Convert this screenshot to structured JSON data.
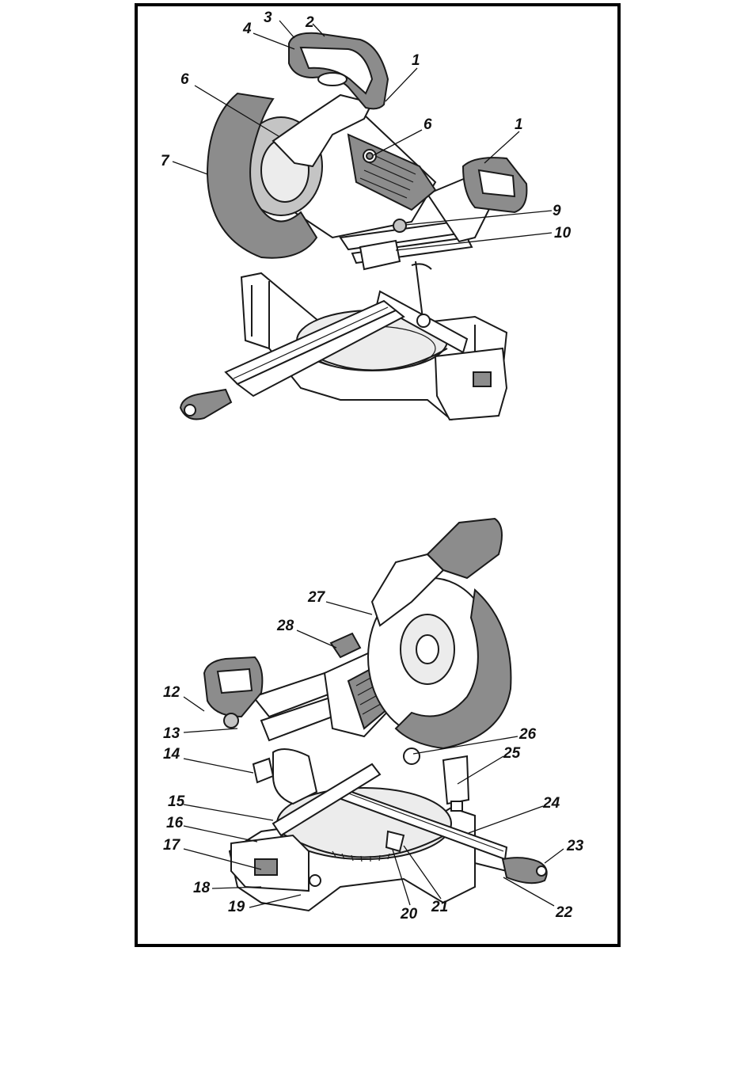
{
  "figure": {
    "border_color": "#000000",
    "part_fill_dark": "#8c8c8c",
    "part_fill_light": "#ffffff"
  },
  "top_view": {
    "callouts": [
      {
        "id": "top-1a",
        "text": "1"
      },
      {
        "id": "top-2",
        "text": "2"
      },
      {
        "id": "top-3",
        "text": "3"
      },
      {
        "id": "top-4",
        "text": "4"
      },
      {
        "id": "top-6a",
        "text": "6"
      },
      {
        "id": "top-6b",
        "text": "6"
      },
      {
        "id": "top-1b",
        "text": "1"
      },
      {
        "id": "top-7",
        "text": "7"
      },
      {
        "id": "top-9",
        "text": "9"
      },
      {
        "id": "top-10",
        "text": "10"
      }
    ]
  },
  "bottom_view": {
    "callouts": [
      {
        "id": "bot-27",
        "text": "27"
      },
      {
        "id": "bot-28",
        "text": "28"
      },
      {
        "id": "bot-12",
        "text": "12"
      },
      {
        "id": "bot-13",
        "text": "13"
      },
      {
        "id": "bot-14",
        "text": "14"
      },
      {
        "id": "bot-15",
        "text": "15"
      },
      {
        "id": "bot-16",
        "text": "16"
      },
      {
        "id": "bot-17",
        "text": "17"
      },
      {
        "id": "bot-18",
        "text": "18"
      },
      {
        "id": "bot-19",
        "text": "19"
      },
      {
        "id": "bot-20",
        "text": "20"
      },
      {
        "id": "bot-21",
        "text": "21"
      },
      {
        "id": "bot-22",
        "text": "22"
      },
      {
        "id": "bot-23",
        "text": "23"
      },
      {
        "id": "bot-24",
        "text": "24"
      },
      {
        "id": "bot-25",
        "text": "25"
      },
      {
        "id": "bot-26",
        "text": "26"
      }
    ]
  }
}
